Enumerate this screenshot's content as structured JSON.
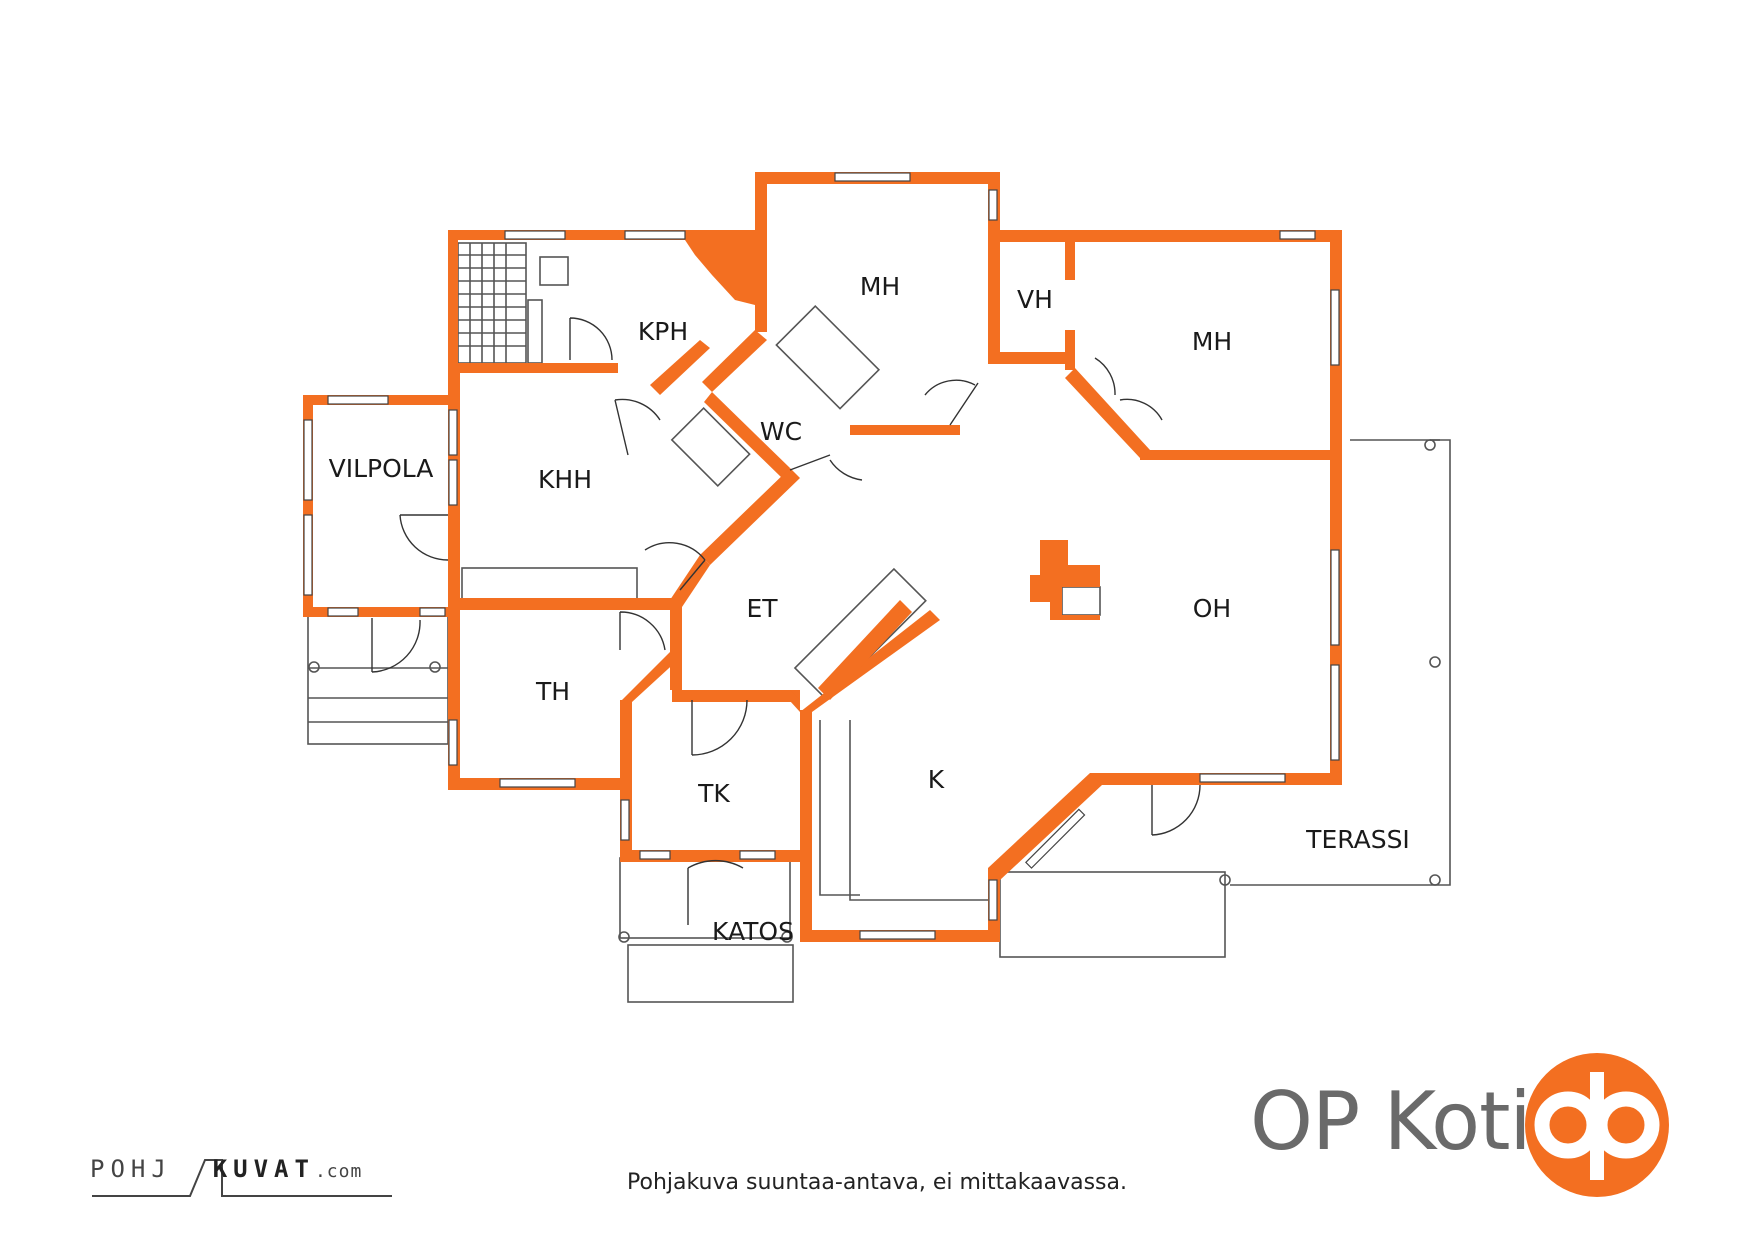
{
  "rooms": {
    "kph": "KPH",
    "mh1": "MH",
    "vh": "VH",
    "mh2": "MH",
    "vilpola": "VILPOLA",
    "khh": "KHH",
    "wc": "WC",
    "et": "ET",
    "oh": "OH",
    "th": "TH",
    "tk": "TK",
    "k": "K",
    "terassi": "TERASSI",
    "katos": "KATOS"
  },
  "caption": "Pohjakuva suuntaa-antava, ei mittakaavassa.",
  "brand": {
    "name": "OP Koti",
    "color": "#f36f21"
  },
  "watermark": {
    "left": "POHJ",
    "right": "KUVAT",
    "suffix": ".com"
  },
  "colors": {
    "wall": "#f36f21",
    "lines": "#555555"
  }
}
